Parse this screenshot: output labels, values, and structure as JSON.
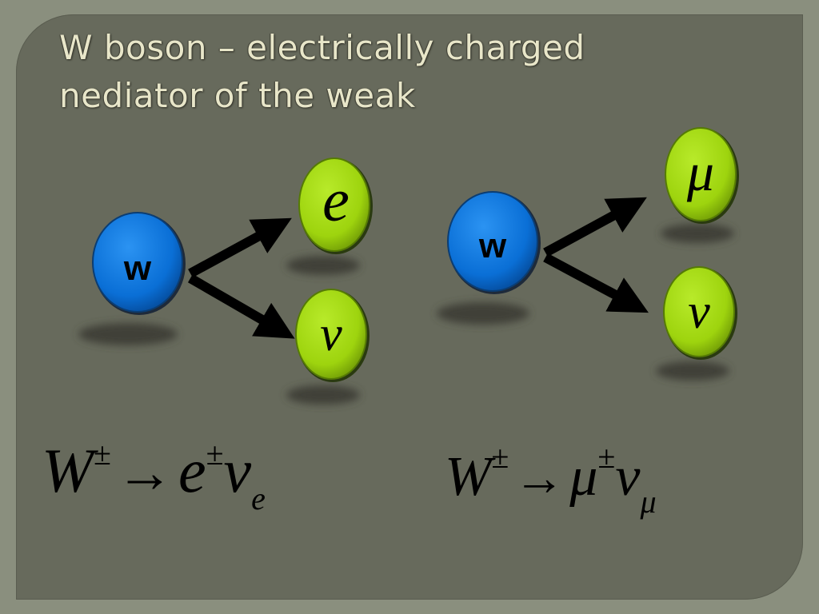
{
  "slide": {
    "title_lines": [
      "W boson –  electrically charged",
      "nediator of the weak"
    ]
  },
  "diagram_left": {
    "source_label": "w",
    "products": [
      {
        "label": "e"
      },
      {
        "label": "ν"
      }
    ]
  },
  "diagram_right": {
    "source_label": "w",
    "products": [
      {
        "label": "μ"
      },
      {
        "label": "ν"
      }
    ]
  },
  "equations": {
    "left": {
      "lhs": "W",
      "lhs_sup": "±",
      "arrow": "→",
      "p1": "e",
      "p1_sup": "±",
      "p2": "ν",
      "p2_sub": "e"
    },
    "right": {
      "lhs": "W",
      "lhs_sup": "±",
      "arrow": "→",
      "p1": "μ",
      "p1_sup": "±",
      "p2": "ν",
      "p2_sub": "μ"
    }
  },
  "colors": {
    "w_ball": "#0a6fd6",
    "product_ball": "#9ed40e",
    "background": "#676a5c",
    "title_text": "#e8e6c9"
  }
}
